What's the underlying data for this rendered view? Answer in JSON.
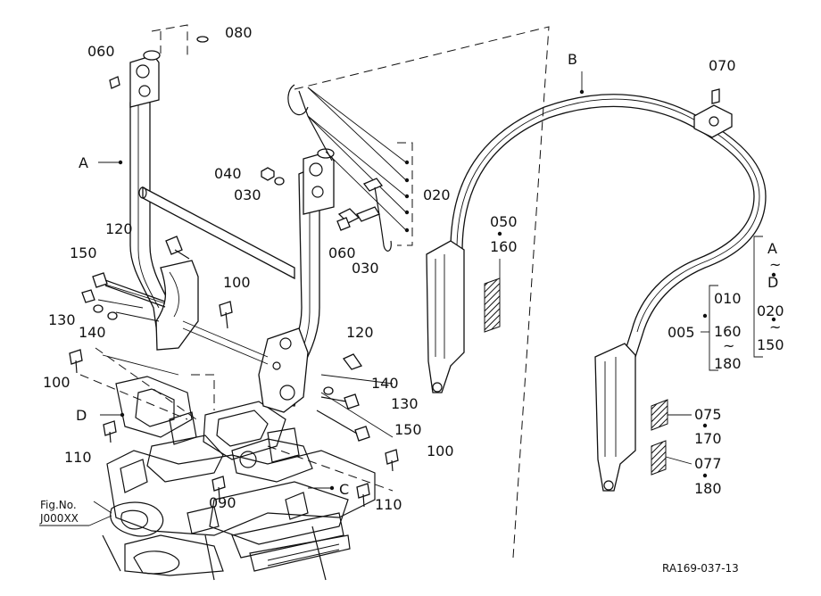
{
  "labels": {
    "l080": "080",
    "l060a": "060",
    "lA": "A",
    "l040": "040",
    "l030a": "030",
    "l020": "020",
    "l060b": "060",
    "l030b": "030",
    "l120a": "120",
    "l150a": "150",
    "l100a": "100",
    "l130a": "130",
    "l140a": "140",
    "l120b": "120",
    "l100b": "100",
    "l140b": "140",
    "l130b": "130",
    "l150b": "150",
    "lD": "D",
    "l110a": "110",
    "l100c": "100",
    "l090": "090",
    "lC": "C",
    "l110b": "110",
    "lB": "B",
    "l070": "070",
    "l050": "050",
    "l160a": "160",
    "lA2": "A",
    "tilde1": "~",
    "lD2": "D",
    "l010": "010",
    "l020b": "020",
    "l005": "005",
    "l160b": "160",
    "tilde2": "~",
    "tilde3": "~",
    "l180a": "180",
    "l150c": "150",
    "l075": "075",
    "l170": "170",
    "l077": "077",
    "l180b": "180"
  },
  "figno": {
    "line1": "Fig.No.",
    "line2": "J000XX"
  },
  "code": "RA169-037-13"
}
